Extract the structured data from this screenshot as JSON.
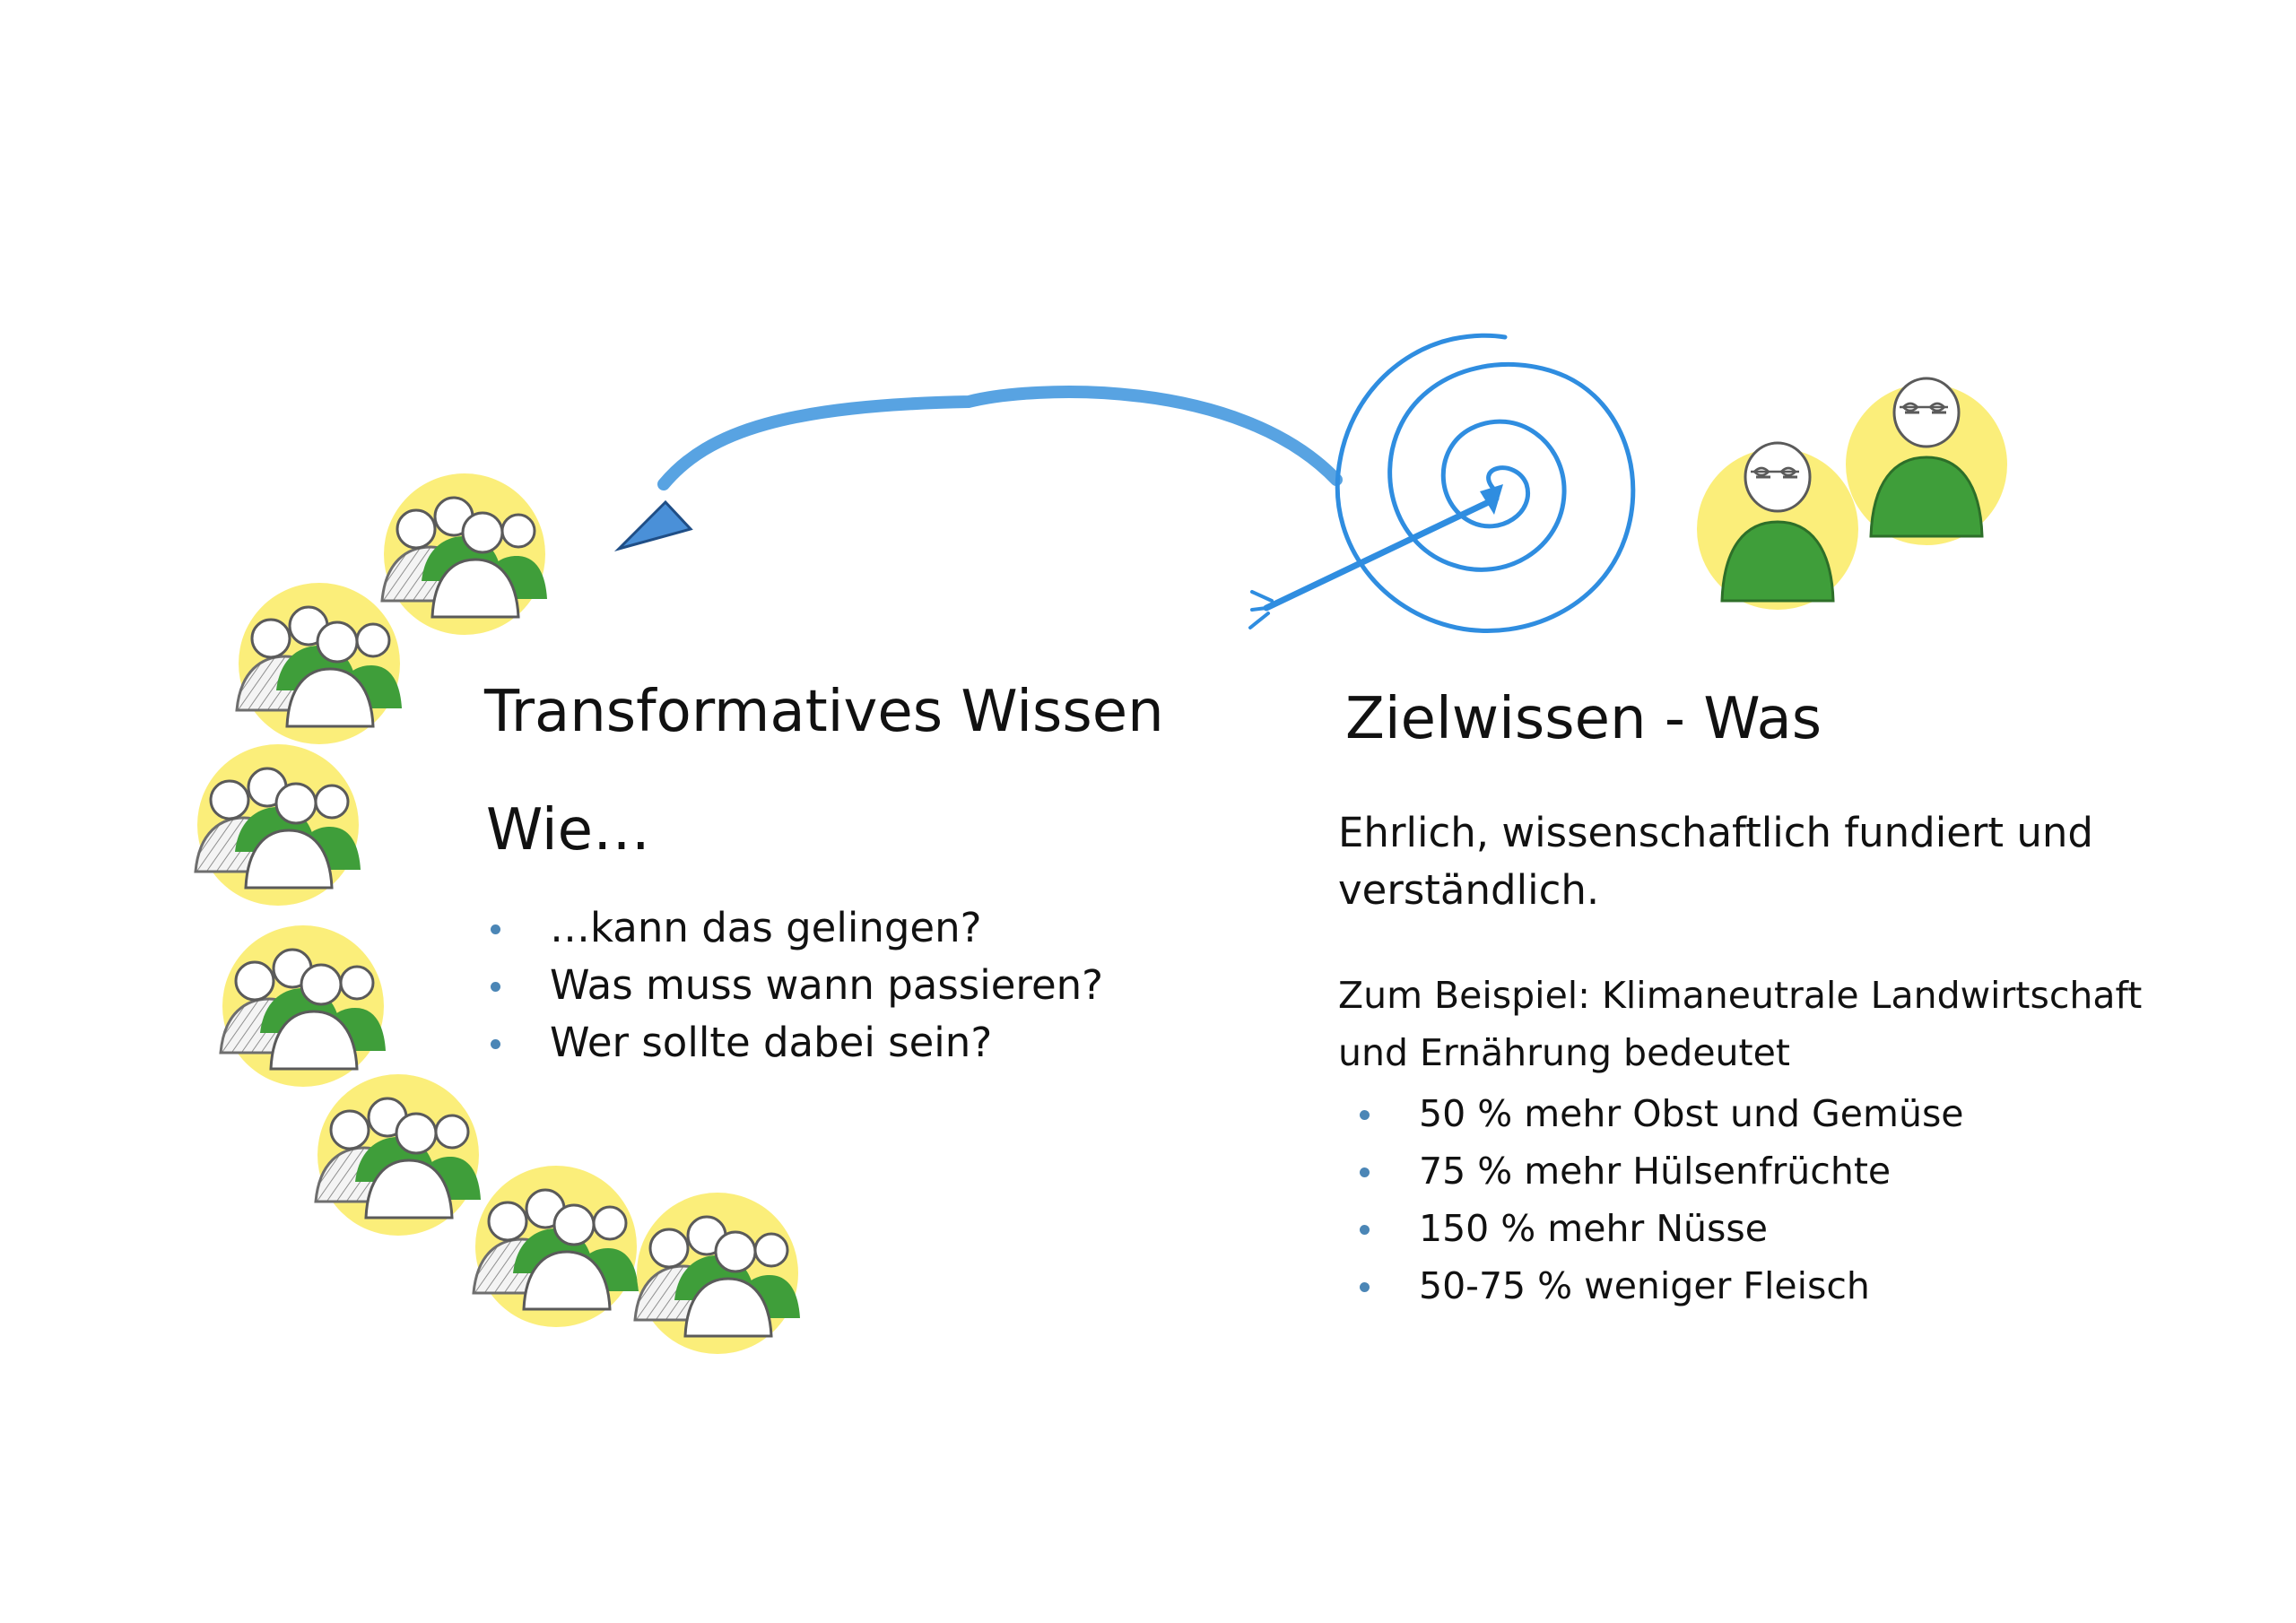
{
  "left": {
    "title": "Transformatives Wissen",
    "subtitle": "Wie…",
    "bullets": [
      "…kann das gelingen?",
      "Was muss wann passieren?",
      "Wer sollte dabei sein?"
    ]
  },
  "right": {
    "title": "Zielwissen - Was",
    "lead_line1": "Ehrlich, wissenschaftlich fundiert und",
    "lead_line2": "verständlich.",
    "example_line1": "Zum Beispiel: Klimaneutrale Landwirtschaft",
    "example_line2": "und Ernährung bedeutet",
    "bullets": [
      "50 % mehr Obst und Gemüse",
      "75 % mehr Hülsenfrüchte",
      "150 % mehr Nüsse",
      "50-75 % weniger Fleisch"
    ]
  },
  "icons": {
    "group_icon": "people-group-icon",
    "person_icon": "person-with-glasses-icon",
    "target_icon": "spiral-target-icon",
    "arrow_icon": "curved-arrow-icon",
    "group_count": 7,
    "person_count": 2
  },
  "colors": {
    "yellow": "#fbee7a",
    "green": "#3f9e3a",
    "blue_arrow": "#58a3e2",
    "blue_target": "#2f8de0",
    "bullet": "#4b86b6"
  }
}
